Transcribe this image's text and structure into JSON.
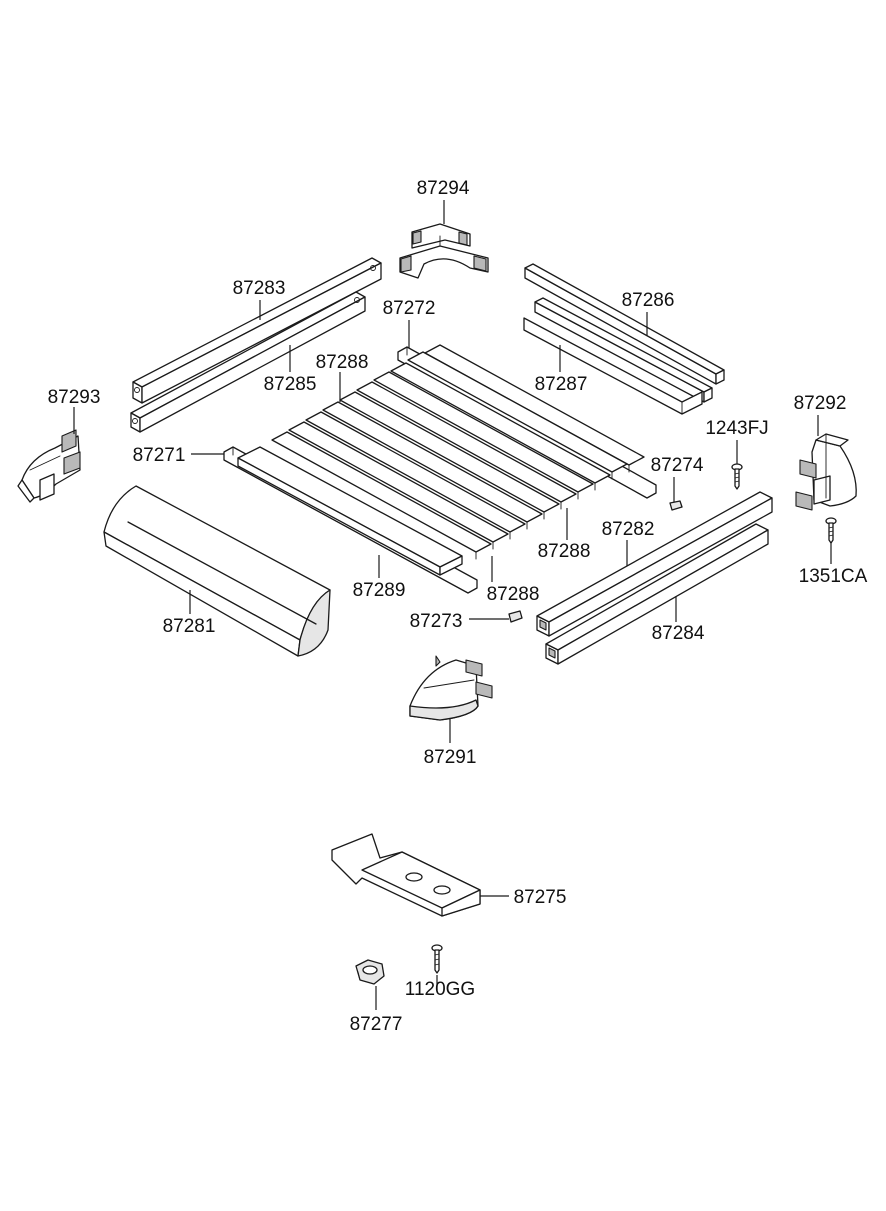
{
  "diagram": {
    "labels": {
      "p87294": "87294",
      "p87283": "87283",
      "p87272": "87272",
      "p87286": "87286",
      "p87288a": "87288",
      "p87285": "87285",
      "p87287": "87287",
      "p87293": "87293",
      "p87292": "87292",
      "p1243FJ": "1243FJ",
      "p87271": "87271",
      "p87274": "87274",
      "p87282": "87282",
      "p87288b": "87288",
      "p1351CA": "1351CA",
      "p87289": "87289",
      "p87288c": "87288",
      "p87281": "87281",
      "p87273": "87273",
      "p87284": "87284",
      "p87291": "87291",
      "p87275": "87275",
      "p1120GG": "1120GG",
      "p87277": "87277"
    }
  }
}
